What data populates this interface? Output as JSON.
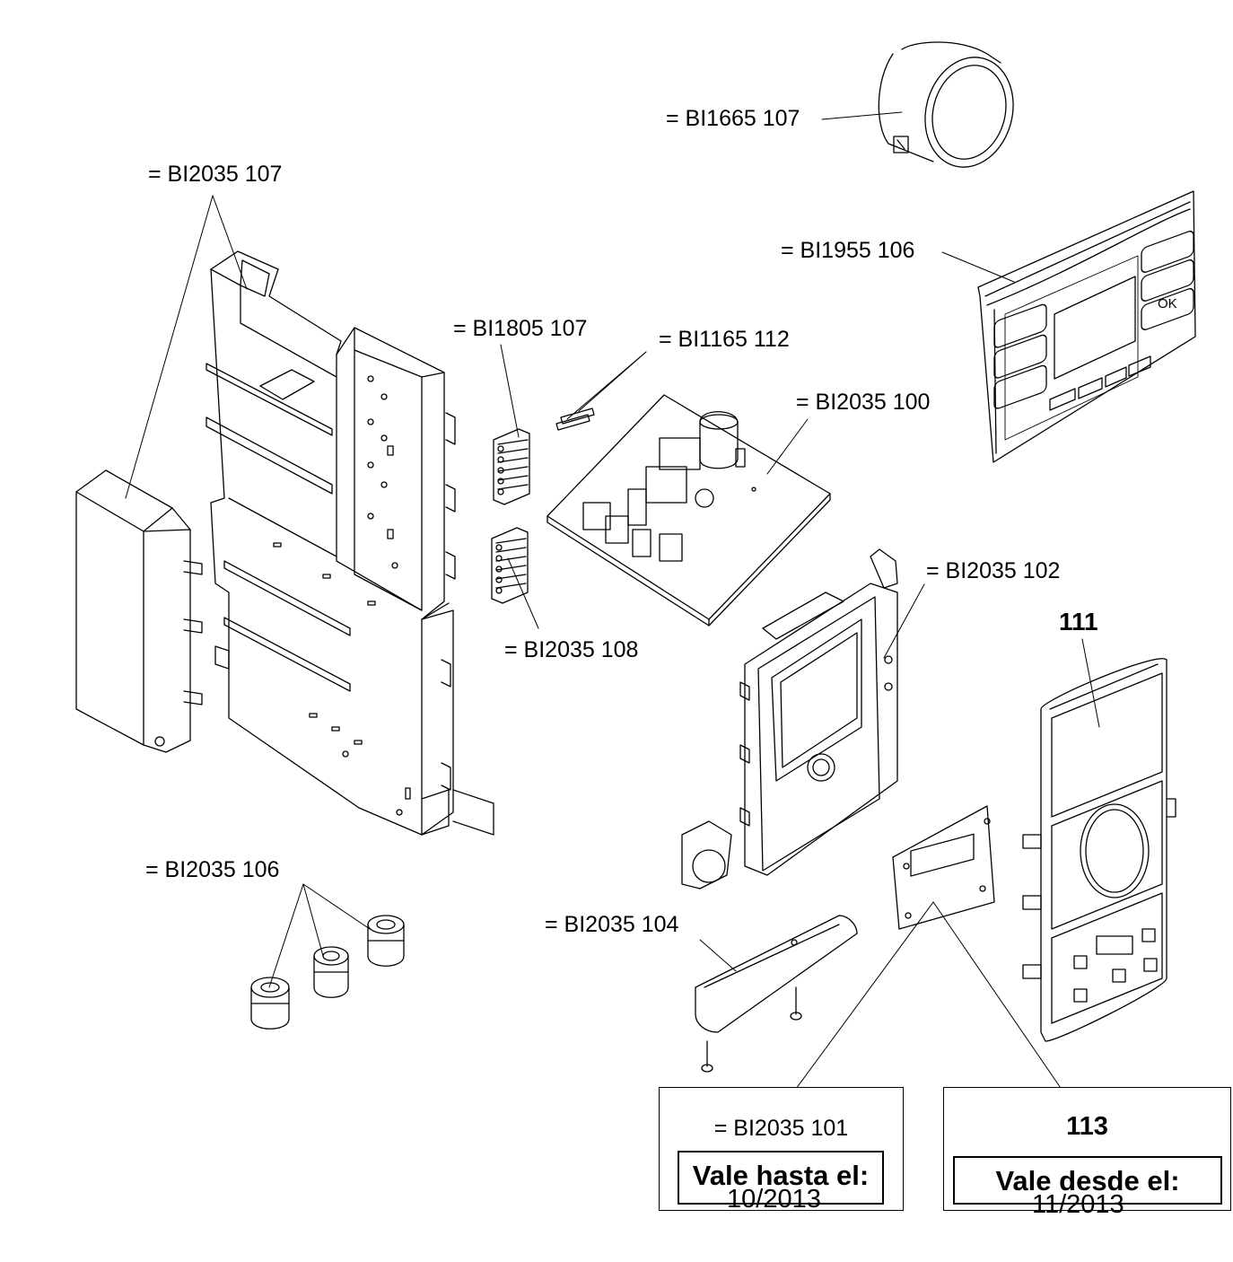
{
  "labels": {
    "bi1665_107": "= BI1665 107",
    "bi1955_106": "= BI1955 106",
    "bi2035_107": "= BI2035 107",
    "bi1805_107": "= BI1805 107",
    "bi1165_112": "= BI1165 112",
    "bi2035_100": "= BI2035 100",
    "bi2035_102": "= BI2035 102",
    "bi2035_108": "= BI2035 108",
    "bi2035_106": "= BI2035 106",
    "bi2035_104": "= BI2035 104",
    "part_111": "111"
  },
  "box_left": {
    "label": "= BI2035 101",
    "validity_title": "Vale hasta el:",
    "validity_date": "10/2013"
  },
  "box_right": {
    "label": "113",
    "validity_title": "Vale desde el:",
    "validity_date": "11/2013"
  },
  "panel_keys": {
    "ok": "OK"
  }
}
